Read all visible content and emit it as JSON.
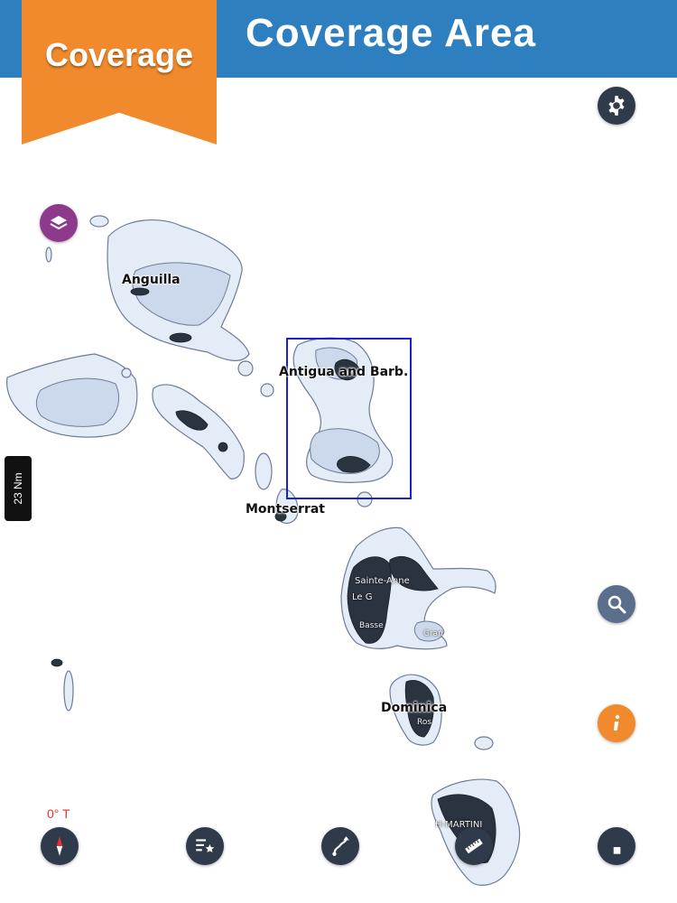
{
  "header": {
    "title": "Coverage Area",
    "ribbon_label": "Coverage"
  },
  "map": {
    "labels": {
      "anguilla": "Anguilla",
      "antigua": "Antigua and Barb.",
      "montserrat": "Montserrat",
      "dominica": "Dominica",
      "sainte_anne": "Sainte-Anne",
      "le_gosier": "Le G",
      "basse": "Basse",
      "grand": "Gran",
      "roseau": "Ros",
      "martinique": "H-MARTINI"
    },
    "scale_label": "23 Nm",
    "heading_label": "0° T",
    "selection_box_color": "#1a1fcf",
    "shallow_color": "#dfe9f7",
    "deep_color": "#c9d6ea"
  },
  "controls": {
    "settings": "gear-icon",
    "layers": "layers-icon",
    "search": "search-icon",
    "info": "info-icon",
    "compass": "compass-icon",
    "favorites": "star-list-icon",
    "route": "route-icon",
    "measure": "ruler-icon",
    "stop": "stop-icon"
  }
}
